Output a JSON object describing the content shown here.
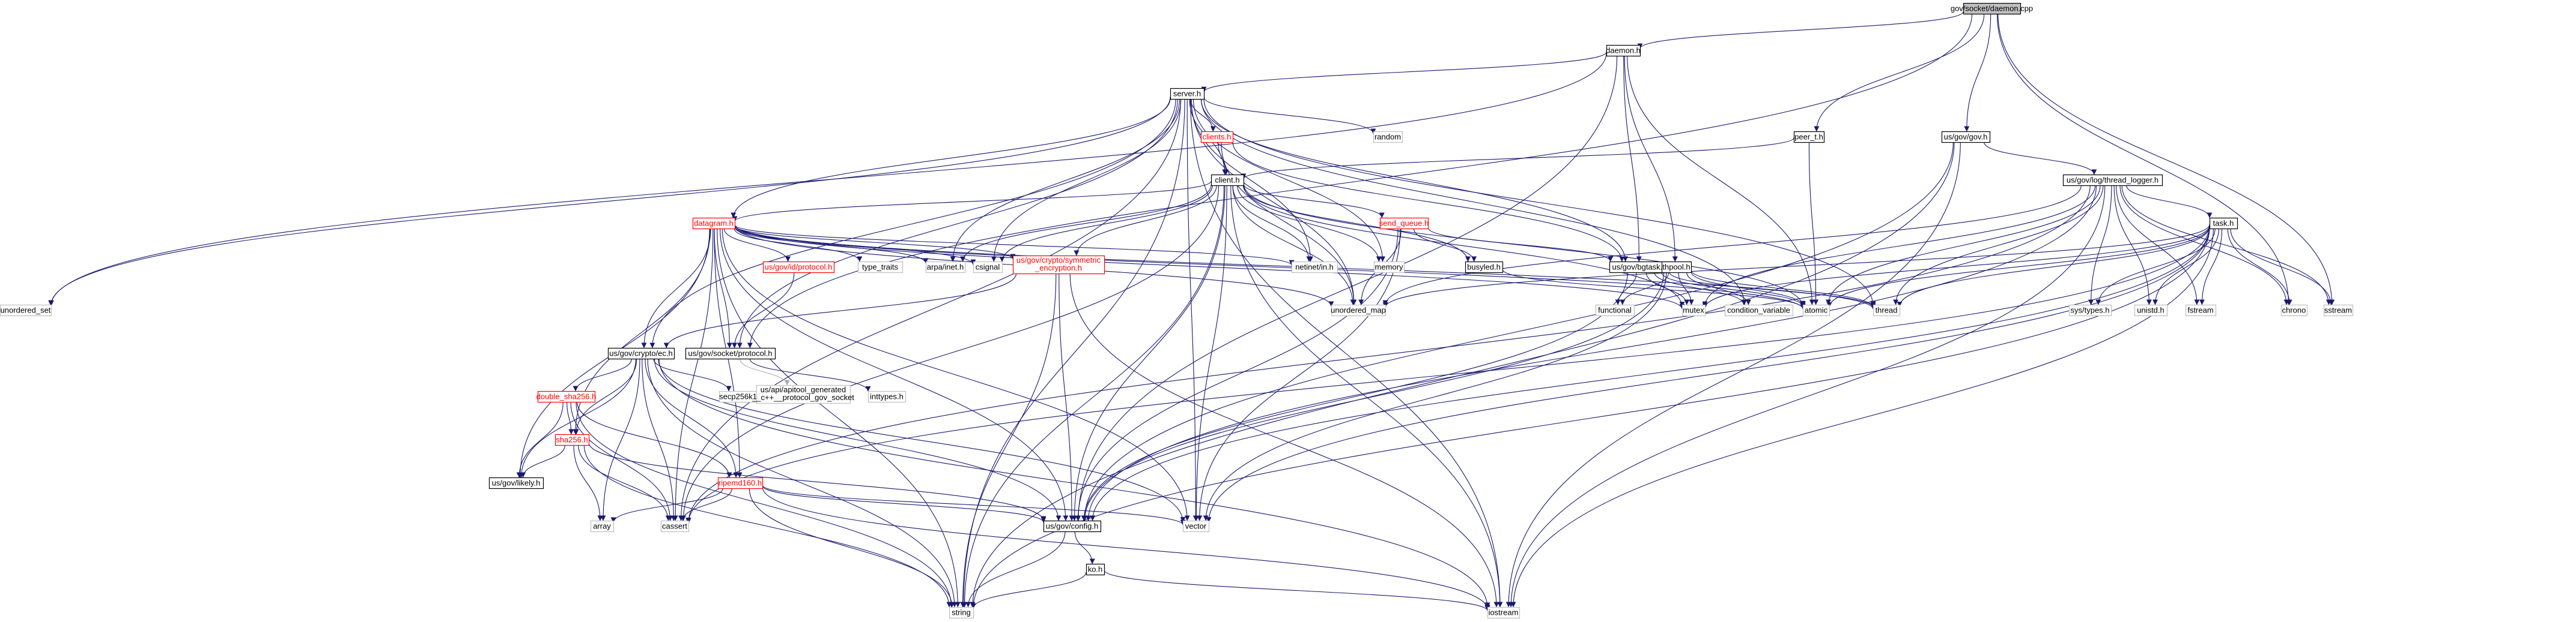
{
  "colors": {
    "edge": "#191970",
    "edge_muted": "#a9a9a9",
    "node_fill": "#ffffff",
    "node_border": "#000000",
    "node_border_red": "#ff0000",
    "node_border_muted": "#bfbfbf",
    "root_fill": "#bfbfbf",
    "red_text": "#ff0000"
  },
  "nodes": [
    {
      "id": "root",
      "label": "gov/socket/daemon.cpp",
      "kind": "root"
    },
    {
      "id": "daemon_h",
      "label": "daemon.h",
      "kind": "file"
    },
    {
      "id": "server_h",
      "label": "server.h",
      "kind": "file"
    },
    {
      "id": "peer_t_h",
      "label": "peer_t.h",
      "kind": "file"
    },
    {
      "id": "us_gov_h",
      "label": "us/gov/gov.h",
      "kind": "file"
    },
    {
      "id": "clients_h",
      "label": "clients.h",
      "kind": "red"
    },
    {
      "id": "random",
      "label": "random",
      "kind": "system"
    },
    {
      "id": "client_h",
      "label": "client.h",
      "kind": "file"
    },
    {
      "id": "thread_logger_h",
      "label": "us/gov/log/thread_logger.h",
      "kind": "file"
    },
    {
      "id": "datagram_h",
      "label": "datagram.h",
      "kind": "red"
    },
    {
      "id": "send_queue_h",
      "label": "send_queue.h",
      "kind": "red"
    },
    {
      "id": "task_h",
      "label": "task.h",
      "kind": "file"
    },
    {
      "id": "protocol_id_h",
      "label": "us/gov/id/protocol.h",
      "kind": "red"
    },
    {
      "id": "type_traits",
      "label": "type_traits",
      "kind": "system"
    },
    {
      "id": "arpa_inet_h",
      "label": "arpa/inet.h",
      "kind": "system"
    },
    {
      "id": "csignal",
      "label": "csignal",
      "kind": "system"
    },
    {
      "id": "symmetric_encryption_h",
      "label": "us/gov/crypto/symmetric\n_encryption.h",
      "kind": "red"
    },
    {
      "id": "netinet_in_h",
      "label": "netinet/in.h",
      "kind": "system"
    },
    {
      "id": "memory",
      "label": "memory",
      "kind": "system"
    },
    {
      "id": "bgtask_h",
      "label": "us/gov/bgtask.h",
      "kind": "file"
    },
    {
      "id": "busyled_h",
      "label": "busyled.h",
      "kind": "file"
    },
    {
      "id": "thpool_h",
      "label": "thpool.h",
      "kind": "file"
    },
    {
      "id": "unordered_set",
      "label": "unordered_set",
      "kind": "system"
    },
    {
      "id": "unordered_map",
      "label": "unordered_map",
      "kind": "system"
    },
    {
      "id": "functional",
      "label": "functional",
      "kind": "system"
    },
    {
      "id": "mutex",
      "label": "mutex",
      "kind": "system"
    },
    {
      "id": "condition_variable",
      "label": "condition_variable",
      "kind": "system"
    },
    {
      "id": "atomic",
      "label": "atomic",
      "kind": "system"
    },
    {
      "id": "thread",
      "label": "thread",
      "kind": "system"
    },
    {
      "id": "sys_types_h",
      "label": "sys/types.h",
      "kind": "system"
    },
    {
      "id": "unistd_h",
      "label": "unistd.h",
      "kind": "system"
    },
    {
      "id": "fstream",
      "label": "fstream",
      "kind": "system"
    },
    {
      "id": "chrono",
      "label": "chrono",
      "kind": "system"
    },
    {
      "id": "sstream",
      "label": "sstream",
      "kind": "system"
    },
    {
      "id": "ec_h",
      "label": "us/gov/crypto/ec.h",
      "kind": "file"
    },
    {
      "id": "protocol_socket_h",
      "label": "us/gov/socket/protocol.h",
      "kind": "file"
    },
    {
      "id": "secp256k1_h",
      "label": "secp256k1.h",
      "kind": "system"
    },
    {
      "id": "apitool_h",
      "label": "us/api/apitool_generated\n__c++__protocol_gov_socket",
      "kind": "system"
    },
    {
      "id": "inttypes_h",
      "label": "inttypes.h",
      "kind": "system"
    },
    {
      "id": "double_sha256_h",
      "label": "double_sha256.h",
      "kind": "red"
    },
    {
      "id": "sha256_h",
      "label": "sha256.h",
      "kind": "red"
    },
    {
      "id": "likely_h",
      "label": "us/gov/likely.h",
      "kind": "file"
    },
    {
      "id": "ripemd160_h",
      "label": "ripemd160.h",
      "kind": "red"
    },
    {
      "id": "array",
      "label": "array",
      "kind": "system"
    },
    {
      "id": "cassert",
      "label": "cassert",
      "kind": "system"
    },
    {
      "id": "config_h",
      "label": "us/gov/config.h",
      "kind": "file"
    },
    {
      "id": "vector",
      "label": "vector",
      "kind": "system"
    },
    {
      "id": "ko_h",
      "label": "ko.h",
      "kind": "file"
    },
    {
      "id": "string",
      "label": "string",
      "kind": "system"
    },
    {
      "id": "iostream",
      "label": "iostream",
      "kind": "system"
    }
  ],
  "edges": [
    [
      "root",
      "daemon_h"
    ],
    [
      "root",
      "peer_t_h"
    ],
    [
      "root",
      "us_gov_h"
    ],
    [
      "root",
      "chrono"
    ],
    [
      "root",
      "sstream"
    ],
    [
      "root",
      "protocol_socket_h"
    ],
    [
      "daemon_h",
      "server_h"
    ],
    [
      "daemon_h",
      "bgtask_h"
    ],
    [
      "daemon_h",
      "thpool_h"
    ],
    [
      "daemon_h",
      "atomic"
    ],
    [
      "daemon_h",
      "unordered_set"
    ],
    [
      "daemon_h",
      "config_h"
    ],
    [
      "server_h",
      "clients_h"
    ],
    [
      "server_h",
      "random"
    ],
    [
      "server_h",
      "client_h"
    ],
    [
      "server_h",
      "datagram_h"
    ],
    [
      "server_h",
      "arpa_inet_h"
    ],
    [
      "server_h",
      "csignal"
    ],
    [
      "server_h",
      "netinet_in_h"
    ],
    [
      "server_h",
      "memory"
    ],
    [
      "server_h",
      "bgtask_h"
    ],
    [
      "server_h",
      "thread"
    ],
    [
      "server_h",
      "unordered_set"
    ],
    [
      "server_h",
      "string"
    ],
    [
      "server_h",
      "vector"
    ],
    [
      "server_h",
      "ec_h"
    ],
    [
      "server_h",
      "condition_variable"
    ],
    [
      "server_h",
      "iostream"
    ],
    [
      "server_h",
      "cassert"
    ],
    [
      "server_h",
      "protocol_socket_h"
    ],
    [
      "server_h",
      "unordered_map"
    ],
    [
      "peer_t_h",
      "client_h"
    ],
    [
      "peer_t_h",
      "atomic"
    ],
    [
      "us_gov_h",
      "thread_logger_h"
    ],
    [
      "us_gov_h",
      "config_h"
    ],
    [
      "us_gov_h",
      "string"
    ],
    [
      "us_gov_h",
      "iostream"
    ],
    [
      "clients_h",
      "client_h"
    ],
    [
      "clients_h",
      "bgtask_h"
    ],
    [
      "clients_h",
      "unordered_map"
    ],
    [
      "client_h",
      "datagram_h"
    ],
    [
      "client_h",
      "send_queue_h"
    ],
    [
      "client_h",
      "symmetric_encryption_h"
    ],
    [
      "client_h",
      "busyled_h"
    ],
    [
      "client_h",
      "arpa_inet_h"
    ],
    [
      "client_h",
      "csignal"
    ],
    [
      "client_h",
      "netinet_in_h"
    ],
    [
      "client_h",
      "memory"
    ],
    [
      "client_h",
      "string"
    ],
    [
      "client_h",
      "vector"
    ],
    [
      "client_h",
      "atomic"
    ],
    [
      "client_h",
      "mutex"
    ],
    [
      "client_h",
      "cassert"
    ],
    [
      "client_h",
      "config_h"
    ],
    [
      "client_h",
      "unordered_map"
    ],
    [
      "client_h",
      "iostream"
    ],
    [
      "thread_logger_h",
      "task_h"
    ],
    [
      "thread_logger_h",
      "sys_types_h"
    ],
    [
      "thread_logger_h",
      "unistd_h"
    ],
    [
      "thread_logger_h",
      "fstream"
    ],
    [
      "thread_logger_h",
      "chrono"
    ],
    [
      "thread_logger_h",
      "sstream"
    ],
    [
      "thread_logger_h",
      "mutex"
    ],
    [
      "thread_logger_h",
      "thread"
    ],
    [
      "thread_logger_h",
      "unordered_map"
    ],
    [
      "thread_logger_h",
      "iostream"
    ],
    [
      "thread_logger_h",
      "atomic"
    ],
    [
      "thread_logger_h",
      "cassert"
    ],
    [
      "thread_logger_h",
      "config_h"
    ],
    [
      "datagram_h",
      "protocol_id_h"
    ],
    [
      "datagram_h",
      "type_traits"
    ],
    [
      "datagram_h",
      "arpa_inet_h"
    ],
    [
      "datagram_h",
      "csignal"
    ],
    [
      "datagram_h",
      "symmetric_encryption_h"
    ],
    [
      "datagram_h",
      "netinet_in_h"
    ],
    [
      "datagram_h",
      "ec_h"
    ],
    [
      "datagram_h",
      "protocol_socket_h"
    ],
    [
      "datagram_h",
      "sha256_h"
    ],
    [
      "datagram_h",
      "likely_h"
    ],
    [
      "datagram_h",
      "ripemd160_h"
    ],
    [
      "datagram_h",
      "cassert"
    ],
    [
      "datagram_h",
      "config_h"
    ],
    [
      "datagram_h",
      "vector"
    ],
    [
      "datagram_h",
      "string"
    ],
    [
      "datagram_h",
      "atomic"
    ],
    [
      "datagram_h",
      "mutex"
    ],
    [
      "datagram_h",
      "unordered_map"
    ],
    [
      "datagram_h",
      "thread"
    ],
    [
      "send_queue_h",
      "bgtask_h"
    ],
    [
      "send_queue_h",
      "busyled_h"
    ],
    [
      "send_queue_h",
      "unordered_map"
    ],
    [
      "send_queue_h",
      "vector"
    ],
    [
      "send_queue_h",
      "config_h"
    ],
    [
      "task_h",
      "sys_types_h"
    ],
    [
      "task_h",
      "unistd_h"
    ],
    [
      "task_h",
      "fstream"
    ],
    [
      "task_h",
      "chrono"
    ],
    [
      "task_h",
      "sstream"
    ],
    [
      "task_h",
      "thread"
    ],
    [
      "task_h",
      "mutex"
    ],
    [
      "task_h",
      "unordered_map"
    ],
    [
      "task_h",
      "atomic"
    ],
    [
      "task_h",
      "vector"
    ],
    [
      "task_h",
      "string"
    ],
    [
      "task_h",
      "iostream"
    ],
    [
      "task_h",
      "cassert"
    ],
    [
      "task_h",
      "config_h"
    ],
    [
      "protocol_id_h",
      "protocol_socket_h"
    ],
    [
      "symmetric_encryption_h",
      "ec_h"
    ],
    [
      "symmetric_encryption_h",
      "string"
    ],
    [
      "symmetric_encryption_h",
      "config_h"
    ],
    [
      "symmetric_encryption_h",
      "iostream"
    ],
    [
      "bgtask_h",
      "functional"
    ],
    [
      "bgtask_h",
      "mutex"
    ],
    [
      "bgtask_h",
      "condition_variable"
    ],
    [
      "bgtask_h",
      "thread"
    ],
    [
      "bgtask_h",
      "atomic"
    ],
    [
      "bgtask_h",
      "config_h"
    ],
    [
      "busyled_h",
      "atomic"
    ],
    [
      "thpool_h",
      "functional"
    ],
    [
      "thpool_h",
      "mutex"
    ],
    [
      "thpool_h",
      "condition_variable"
    ],
    [
      "thpool_h",
      "atomic"
    ],
    [
      "thpool_h",
      "thread"
    ],
    [
      "thpool_h",
      "vector"
    ],
    [
      "thpool_h",
      "config_h"
    ],
    [
      "ec_h",
      "secp256k1_h"
    ],
    [
      "ec_h",
      "double_sha256_h"
    ],
    [
      "ec_h",
      "sha256_h"
    ],
    [
      "ec_h",
      "ripemd160_h"
    ],
    [
      "ec_h",
      "likely_h"
    ],
    [
      "ec_h",
      "vector"
    ],
    [
      "ec_h",
      "string"
    ],
    [
      "ec_h",
      "iostream"
    ],
    [
      "ec_h",
      "array"
    ],
    [
      "ec_h",
      "config_h"
    ],
    [
      "ec_h",
      "cassert"
    ],
    [
      "protocol_socket_h",
      "apitool_h"
    ],
    [
      "protocol_socket_h",
      "inttypes_h"
    ],
    [
      "double_sha256_h",
      "sha256_h"
    ],
    [
      "double_sha256_h",
      "ripemd160_h"
    ],
    [
      "double_sha256_h",
      "likely_h"
    ],
    [
      "double_sha256_h",
      "string"
    ],
    [
      "double_sha256_h",
      "cassert"
    ],
    [
      "sha256_h",
      "likely_h"
    ],
    [
      "sha256_h",
      "array"
    ],
    [
      "sha256_h",
      "string"
    ],
    [
      "sha256_h",
      "cassert"
    ],
    [
      "sha256_h",
      "config_h"
    ],
    [
      "ripemd160_h",
      "array"
    ],
    [
      "ripemd160_h",
      "vector"
    ],
    [
      "ripemd160_h",
      "string"
    ],
    [
      "ripemd160_h",
      "iostream"
    ],
    [
      "ripemd160_h",
      "cassert"
    ],
    [
      "ripemd160_h",
      "config_h"
    ],
    [
      "config_h",
      "ko_h"
    ],
    [
      "config_h",
      "string"
    ],
    [
      "ko_h",
      "string"
    ],
    [
      "ko_h",
      "iostream"
    ]
  ]
}
